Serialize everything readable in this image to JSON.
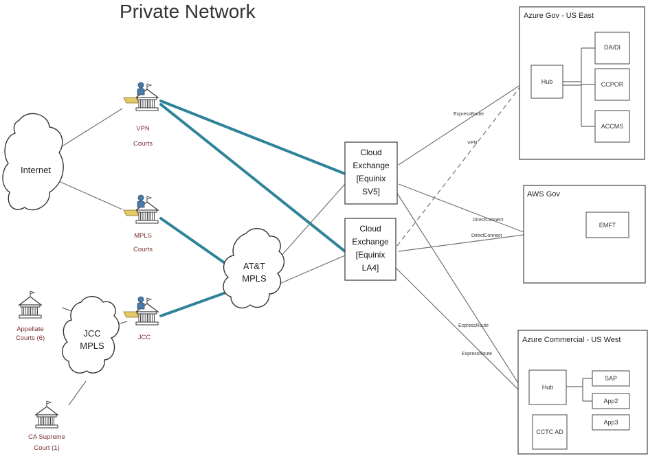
{
  "title": "Private Network",
  "clouds": {
    "internet": "Internet",
    "att_mpls": [
      "AT&T",
      "MPLS"
    ],
    "jcc_mpls": [
      "JCC",
      "MPLS"
    ]
  },
  "courts": {
    "vpn": [
      "VPN",
      "Courts"
    ],
    "mpls": [
      "MPLS",
      "Courts"
    ],
    "jcc": [
      "JCC"
    ],
    "appellate": [
      "Appellate",
      "Courts (6)"
    ],
    "supreme": [
      "CA Supreme",
      "Court (1)"
    ]
  },
  "exchanges": {
    "sv5": [
      "Cloud",
      "Exchange",
      "[Equinix",
      "SV5]"
    ],
    "la4": [
      "Cloud",
      "Exchange",
      "[Equinix",
      "LA4]"
    ]
  },
  "regions": {
    "azure_gov": {
      "title": "Azure Gov - US East",
      "hub": "Hub",
      "services": [
        "DA/DI",
        "CCPOR",
        "ACCMS"
      ]
    },
    "aws_gov": {
      "title": "AWS Gov",
      "services": [
        "EMFT"
      ]
    },
    "azure_commercial": {
      "title": "Azure Commercial - US West",
      "hub": "Hub",
      "services": [
        "SAP",
        "App2",
        "App3"
      ],
      "ad": "CCTC AD"
    }
  },
  "link_labels": {
    "expressroute_1": "ExpressRoute",
    "vpn": "VPN",
    "directconnect_1": "DirectConnect",
    "directconnect_2": "DirectConnect",
    "expressroute_2": "ExpressRoute",
    "expressroute_3": "ExpressRoute"
  },
  "colors": {
    "mpls_link": "#2e8398",
    "line": "#707070",
    "court_label": "#7a3030"
  }
}
